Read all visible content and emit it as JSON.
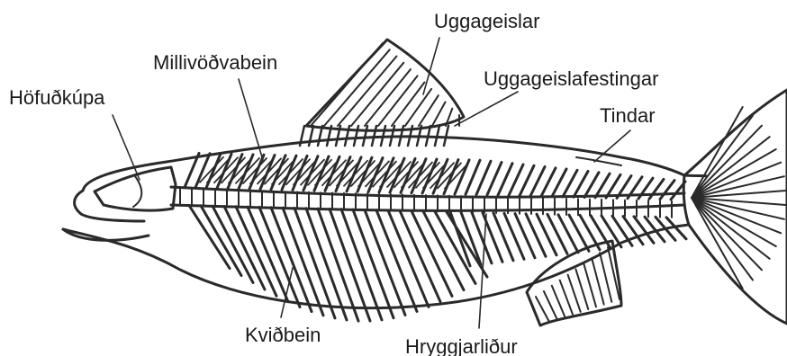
{
  "labels": {
    "uggageislar": "Uggageislar",
    "millivodvabein": "Millivöðvabein",
    "uggageislafestingar": "Uggageislafestingar",
    "hofudkupa": "Höfuðkúpa",
    "tindar": "Tindar",
    "kvidbein": "Kviðbein",
    "hryggjarlidur": "Hryggjarliður"
  }
}
